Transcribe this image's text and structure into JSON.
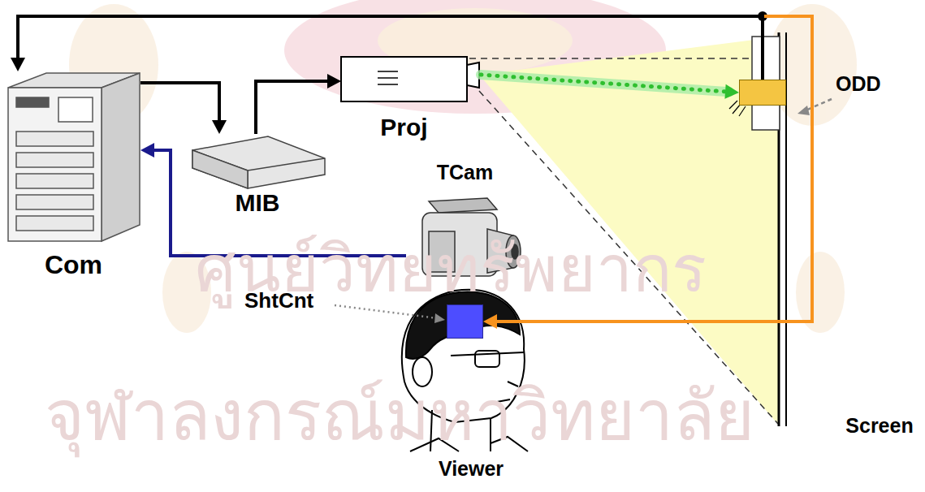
{
  "diagram": {
    "nodes": [
      {
        "text": [
          "Com"
        ]
      },
      {
        "text": [
          "MIB"
        ]
      },
      {
        "text": [
          "Proj"
        ]
      },
      {
        "text": [
          "ODD"
        ]
      },
      {
        "text": [
          "TCam"
        ]
      },
      {
        "text": [
          "ShtCnt"
        ]
      },
      {
        "text": [
          "Screen"
        ]
      },
      {
        "text": [
          "Viewer"
        ]
      }
    ],
    "edges": [
      {
        "from": 0,
        "to": 1,
        "arrow": "to"
      },
      {
        "from": 1,
        "to": 2,
        "arrow": "to"
      },
      {
        "from": 2,
        "to": 3,
        "arrow": "to"
      },
      {
        "from": 4,
        "to": 0,
        "arrow": "to"
      },
      {
        "from": 3,
        "to": 0,
        "arrow": "to"
      },
      {
        "from": 3,
        "to": 5,
        "arrow": "to"
      }
    ],
    "labels": [
      "ศูนย์วิทยทรัพยากร",
      "จุฬาลงกรณ์มหาวิทยาลัย"
    ]
  }
}
